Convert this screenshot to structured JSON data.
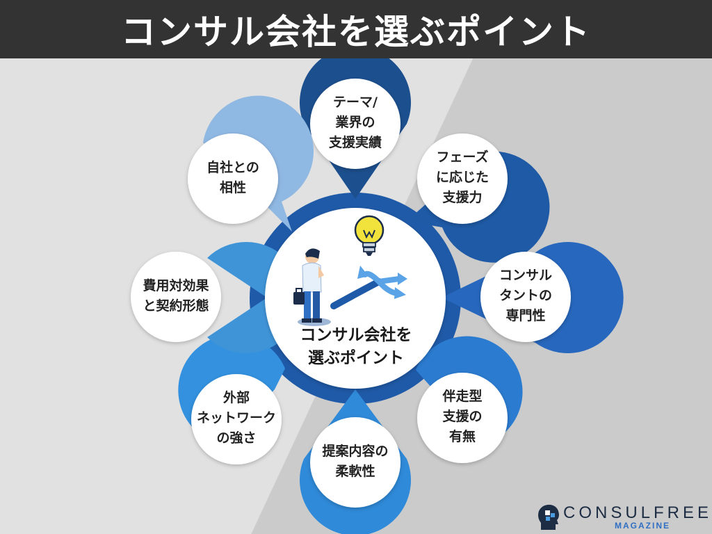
{
  "title": "コンサル会社を選ぶポイント",
  "center": {
    "lines": [
      "コンサル会社を",
      "選ぶポイント"
    ]
  },
  "points": [
    {
      "id": "theme",
      "lines": [
        "テーマ/",
        "業界の",
        "支援実績"
      ],
      "color": "#1c4f8e"
    },
    {
      "id": "phase",
      "lines": [
        "フェーズ",
        "に応じた",
        "支援力"
      ],
      "color": "#1e5aa6"
    },
    {
      "id": "expert",
      "lines": [
        "コンサル",
        "タントの",
        "専門性"
      ],
      "color": "#2767bd"
    },
    {
      "id": "accompany",
      "lines": [
        "伴走型",
        "支援の",
        "有無"
      ],
      "color": "#2b7bd0"
    },
    {
      "id": "flex",
      "lines": [
        "提案内容の",
        "柔軟性"
      ],
      "color": "#2f8ad9"
    },
    {
      "id": "network",
      "lines": [
        "外部",
        "ネットワーク",
        "の強さ"
      ],
      "color": "#3391df"
    },
    {
      "id": "cost",
      "lines": [
        "費用対効果",
        "と契約形態"
      ],
      "color": "#3f94d8"
    },
    {
      "id": "fit",
      "lines": [
        "自社との",
        "相性"
      ],
      "color": "#8fb8e3"
    }
  ],
  "logo": {
    "word": "CONSULFREE",
    "sub": "MAGAZINE"
  }
}
